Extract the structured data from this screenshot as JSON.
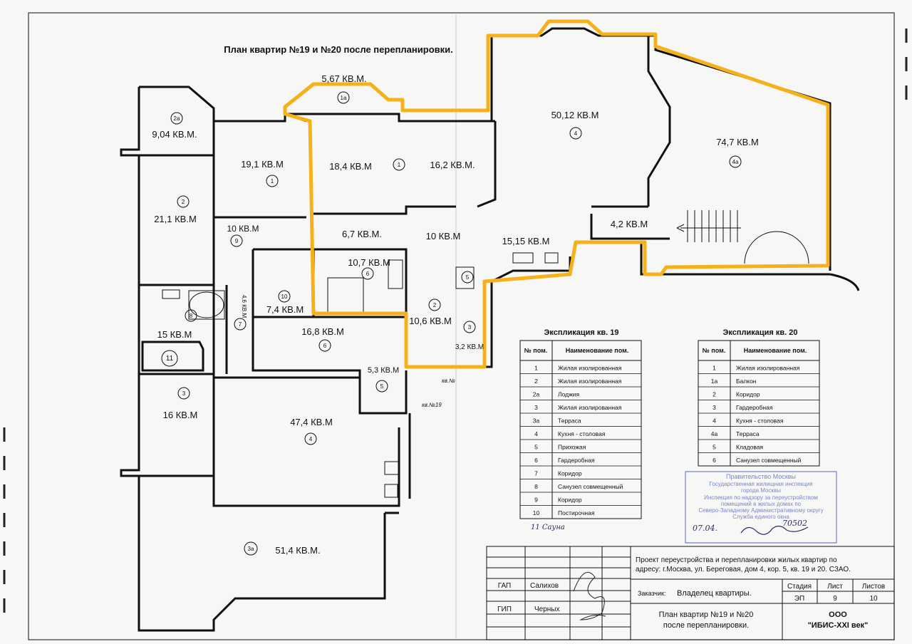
{
  "title": "План квартир №19 и №20 после перепланировки.",
  "rooms": [
    {
      "area": "5,67 КВ.М.",
      "num": "1а"
    },
    {
      "area": "9,04 КВ.М.",
      "num": "2а"
    },
    {
      "area": "19,1 КВ.М",
      "num": "1"
    },
    {
      "area": "18,4 КВ.М",
      "num": ""
    },
    {
      "area": "16,2 КВ.М.",
      "num": "1"
    },
    {
      "area": "50,12 КВ.М",
      "num": "4"
    },
    {
      "area": "74,7 КВ.М",
      "num": "4а"
    },
    {
      "area": "21,1 КВ.М",
      "num": "2"
    },
    {
      "area": "10 КВ.М",
      "num": "9"
    },
    {
      "area": "6,7 КВ.М.",
      "num": ""
    },
    {
      "area": "10 КВ.М",
      "num": ""
    },
    {
      "area": "15,15 КВ.М",
      "num": ""
    },
    {
      "area": "4,2 КВ.М",
      "num": ""
    },
    {
      "area": "10,7 КВ.М",
      "num": "6"
    },
    {
      "area": "7,4 КВ.М",
      "num": "10"
    },
    {
      "area": "4,6 КВ.М",
      "num": "7"
    },
    {
      "area": "15 КВ.М",
      "num": "8"
    },
    {
      "area": "10,6 КВ.М",
      "num": "2"
    },
    {
      "area": "3,2 КВ.М",
      "num": "3"
    },
    {
      "area": "16,8 КВ.М",
      "num": "6"
    },
    {
      "area": "5,3 КВ.М",
      "num": "5"
    },
    {
      "area": "16 КВ.М",
      "num": "3"
    },
    {
      "area": "47,4 КВ.М",
      "num": "4"
    },
    {
      "area": "51,4 КВ.М.",
      "num": "3а"
    }
  ],
  "extra_marks": {
    "five": "5",
    "sauna_box": "11",
    "apt20": "кв.№",
    "apt19": "кв.№19"
  },
  "table19": {
    "title": "Экспликация кв. 19",
    "col1": "№ пом.",
    "col2": "Наименование пом.",
    "rows": [
      [
        "1",
        "Жилая изолированная"
      ],
      [
        "2",
        "Жилая изолированная"
      ],
      [
        "2а",
        "Лоджия"
      ],
      [
        "3",
        "Жилая изолированная"
      ],
      [
        "3а",
        "Терраса"
      ],
      [
        "4",
        "Кухня - столовая"
      ],
      [
        "5",
        "Прихожая"
      ],
      [
        "6",
        "Гардеробная"
      ],
      [
        "7",
        "Коридор"
      ],
      [
        "8",
        "Санузел совмещенный"
      ],
      [
        "9",
        "Коридор"
      ],
      [
        "10",
        "Постирочная"
      ]
    ],
    "handwritten": "11      Сауна"
  },
  "table20": {
    "title": "Экспликация кв. 20",
    "col1": "№ пом.",
    "col2": "Наименование пом.",
    "rows": [
      [
        "1",
        "Жилая изолированная"
      ],
      [
        "1а",
        "Балкон"
      ],
      [
        "2",
        "Коридор"
      ],
      [
        "3",
        "Гардеробная"
      ],
      [
        "4",
        "Кухня - столовая"
      ],
      [
        "4а",
        "Терраса"
      ],
      [
        "5",
        "Кладовая"
      ],
      [
        "6",
        "Санузел совмещенный"
      ]
    ]
  },
  "stamp": {
    "line1": "Правительство Москвы",
    "line2": "Государственная жилищная инспекция",
    "line3": "города Москвы",
    "line4": "Инспекция по надзору за переустройством",
    "line5": "помещений в жилых домах по",
    "line6": "Северо-Западному Административному округу",
    "line7": "Служба единого окна",
    "date": "07.04.",
    "number": "70502"
  },
  "titleblock": {
    "project": "Проект переустройства и перепланировки жилых квартир по адресу: г.Москва,  ул. Береговая, дом 4, кор. 5, кв. 19 и 20. СЗАО.",
    "project_line1": "Проект переустройства и перепланировки жилых квартир по",
    "project_line2": "адресу: г.Москва,  ул. Береговая, дом 4, кор. 5, кв. 19 и 20. СЗАО.",
    "gap_label": "ГАП",
    "gap_name": "Салихов",
    "gip_label": "ГИП",
    "gip_name": "Черных",
    "client_label": "Заказчик:",
    "client_value": "Владелец квартиры.",
    "stage_label": "Стадия",
    "stage_value": "ЭП",
    "sheet_label": "Лист",
    "sheet_value": "9",
    "sheets_label": "Листов",
    "sheets_value": "10",
    "drawing_line1": "План квартир №19 и №20",
    "drawing_line2": "после перепланировки.",
    "org_line1": "ООО",
    "org_line2": "\"ИБИС-XXI век\""
  }
}
